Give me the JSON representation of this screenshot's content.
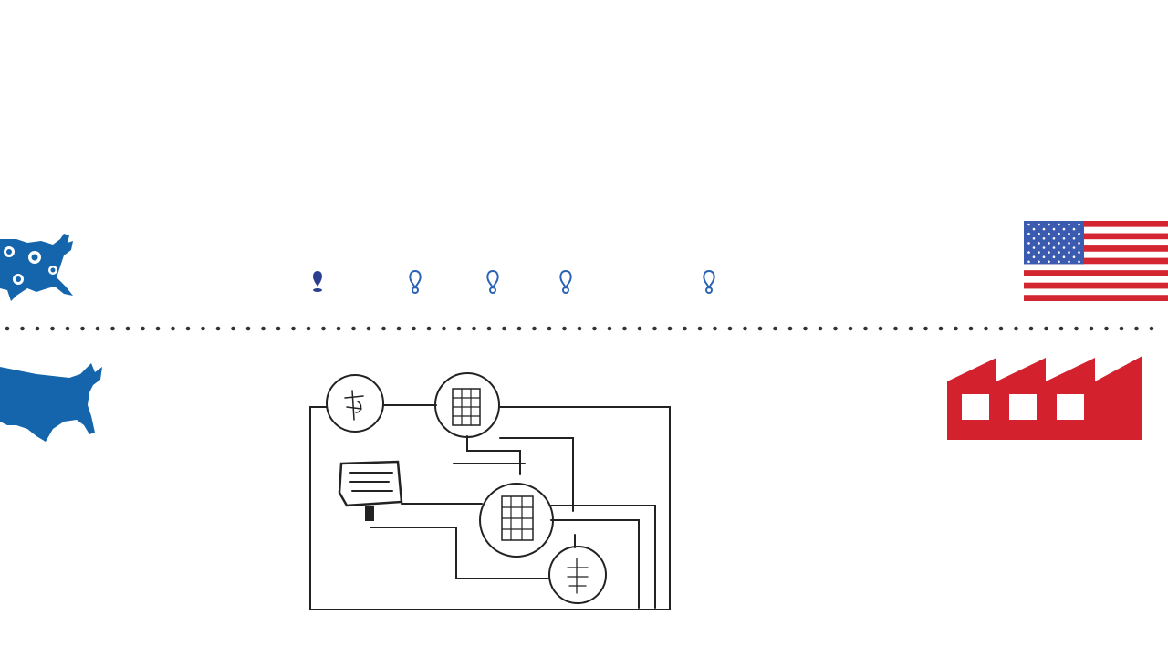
{
  "colors": {
    "background": "#ffffff",
    "map_blue": "#1565ad",
    "pin_blue": "#2a63b5",
    "flag_red": "#d32630",
    "flag_blue": "#3b5bb0",
    "factory_red": "#d3212d",
    "line_dark": "#222222",
    "dot_gray": "#333333"
  },
  "icons": {
    "top_left": "usa-map-with-sites-icon",
    "bottom_left": "usa-map-icon",
    "top_right": "us-flag-icon",
    "bottom_right": "factory-icon",
    "center": "hand-drawn-circuit-diagram",
    "pins": "location-pin-icon"
  },
  "scene": {
    "divider_style": "dotted",
    "pin_count": 5,
    "circuit_node_count": 4
  }
}
